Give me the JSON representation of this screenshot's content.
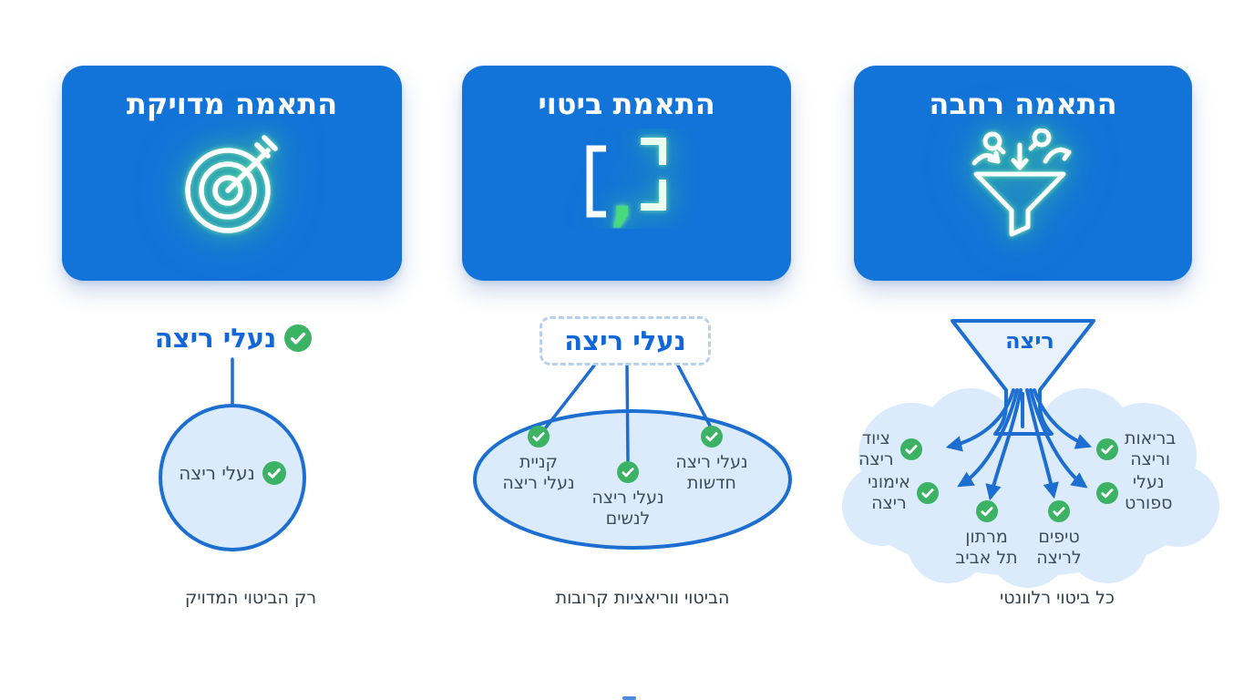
{
  "colors": {
    "card_blue": "#1273d8",
    "stroke_blue": "#1c6fd0",
    "bubble_fill": "#dcebfb",
    "keyword_blue": "#1166d8",
    "check_green": "#3bb264",
    "glow_green": "#4ade80",
    "caption_text": "#333f48",
    "item_text": "#3f4d59"
  },
  "columns": [
    {
      "id": "exact-match",
      "card_title": "התאמה מדויקת",
      "icon": "target-dart-icon",
      "keyword": "נעלי ריצה",
      "matches": [
        "נעלי ריצה"
      ],
      "caption": "רק הביטוי המדויק"
    },
    {
      "id": "phrase-match",
      "card_title": "התאמת ביטוי",
      "icon": "brackets-comma-icon",
      "keyword": "נעלי ריצה",
      "matches": [
        "נעלי ריצה\nחדשות",
        "נעלי ריצה\nלנשים",
        "קניית\nנעלי ריצה"
      ],
      "caption": "הביטוי ווריאציות קרובות"
    },
    {
      "id": "broad-match",
      "card_title": "התאמה רחבה",
      "icon": "funnel-icon",
      "keyword": "ריצה",
      "matches": [
        "בריאות\nוריצה",
        "ציוד\nריצה",
        "נעלי\nספורט",
        "אימוני\nריצה",
        "טיפים\nלריצה",
        "מרתון\nתל אביב"
      ],
      "caption": "כל ביטוי רלוונטי"
    }
  ]
}
